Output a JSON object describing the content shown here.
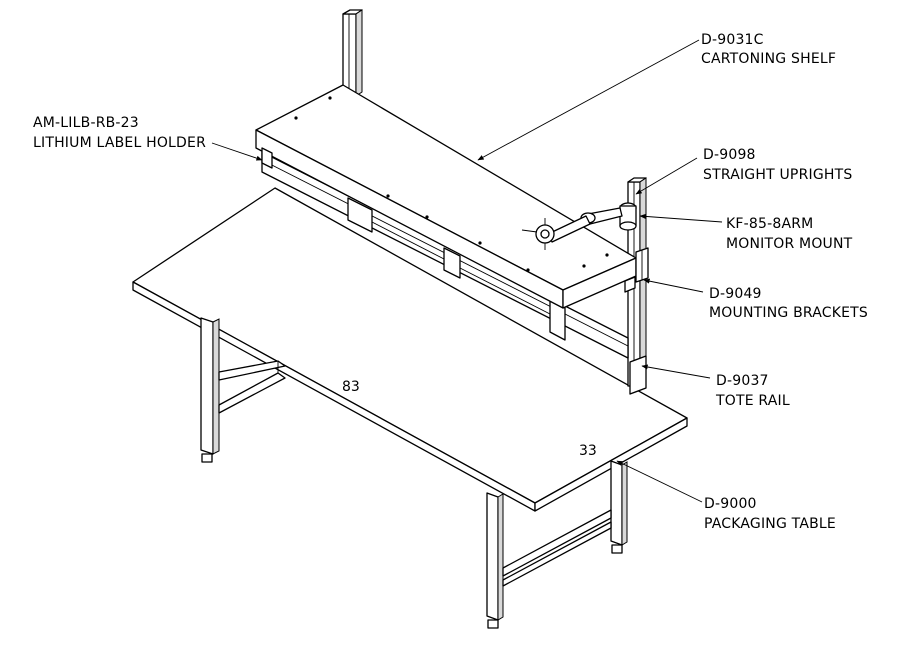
{
  "callouts": {
    "cartoning_shelf": {
      "part": "D-9031C",
      "name": "CARTONING SHELF"
    },
    "label_holder": {
      "part": "AM-LILB-RB-23",
      "name": "LITHIUM LABEL HOLDER"
    },
    "uprights": {
      "part": "D-9098",
      "name": "STRAIGHT UPRIGHTS"
    },
    "monitor_mount": {
      "part": "KF-85-8ARM",
      "name": "MONITOR MOUNT"
    },
    "brackets": {
      "part": "D-9049",
      "name": "MOUNTING BRACKETS"
    },
    "tote_rail": {
      "part": "D-9037",
      "name": "TOTE RAIL"
    },
    "table": {
      "part": "D-9000",
      "name": "PACKAGING TABLE"
    }
  },
  "dimensions": {
    "length": "83",
    "depth": "33"
  }
}
